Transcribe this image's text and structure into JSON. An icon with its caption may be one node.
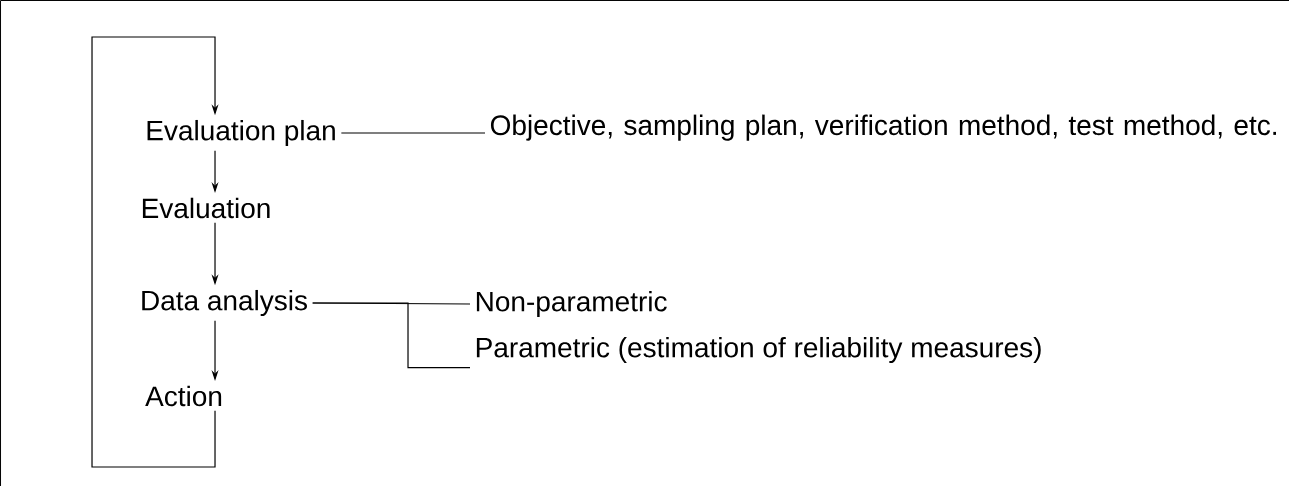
{
  "diagram": {
    "nodes": [
      {
        "text": [
          "Evaluation plan"
        ]
      },
      {
        "text": [
          "Objective, sampling plan, verification method, test method, etc."
        ]
      },
      {
        "text": [
          "Evaluation"
        ]
      },
      {
        "text": [
          "Data analysis"
        ]
      },
      {
        "text": [
          "Non-parametric"
        ]
      },
      {
        "text": [
          "Parametric (estimation of reliability measures)"
        ]
      },
      {
        "text": [
          "Action"
        ]
      }
    ],
    "edges": [
      {
        "from": 0,
        "to": 1,
        "arrow": "none"
      },
      {
        "from": 0,
        "to": 2,
        "arrow": "to"
      },
      {
        "from": 2,
        "to": 3,
        "arrow": "to"
      },
      {
        "from": 3,
        "to": 4,
        "arrow": "none"
      },
      {
        "from": 3,
        "to": 5,
        "arrow": "none"
      },
      {
        "from": 3,
        "to": 6,
        "arrow": "to"
      },
      {
        "from": 6,
        "to": 0,
        "arrow": "to"
      }
    ]
  }
}
